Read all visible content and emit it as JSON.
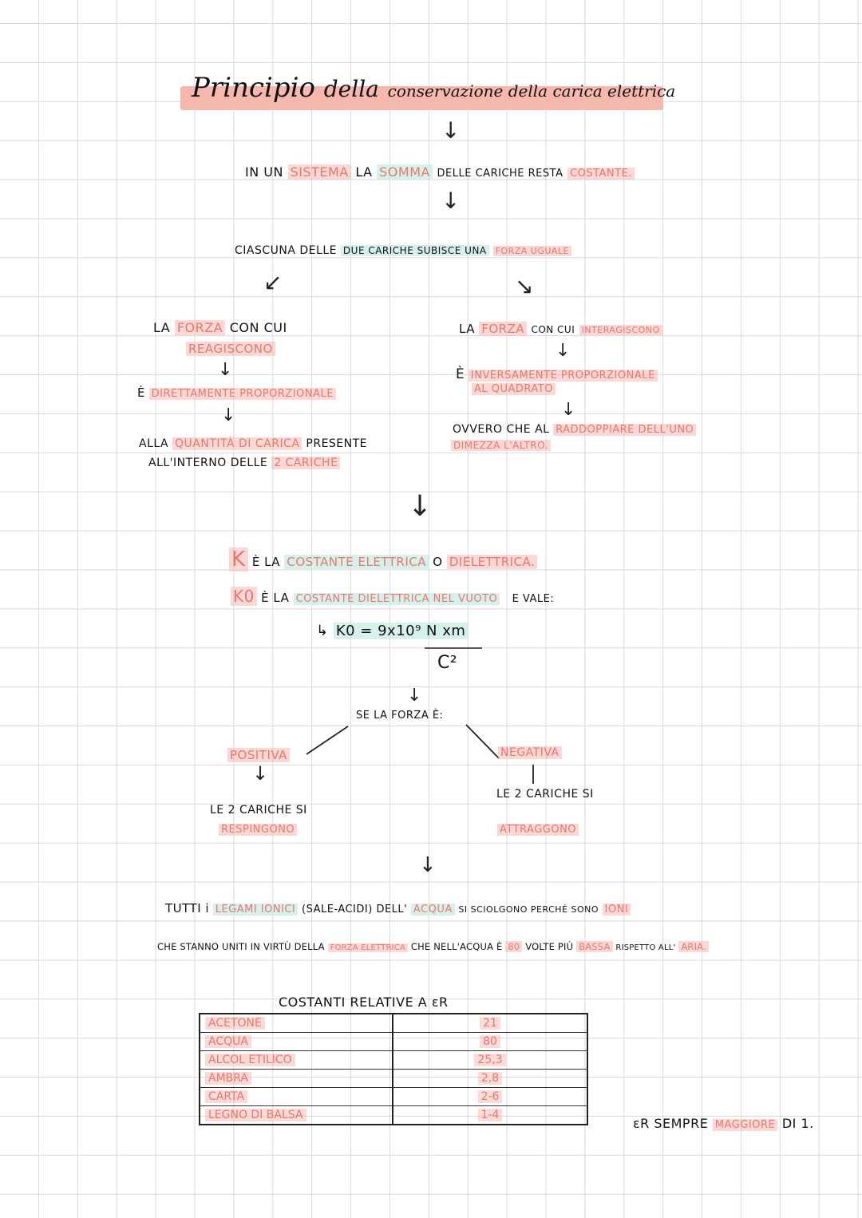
{
  "title": {
    "w1": "Principio",
    "w2": "della",
    "rest": "conservazione della carica elettrica"
  },
  "statement": {
    "p1": "IN UN",
    "p2": "SISTEMA",
    "p3": "LA",
    "p4": "SOMMA",
    "p5": "DELLE CARICHE RESTA",
    "p6": "COSTANTE."
  },
  "ciascuna": {
    "p1": "CIASCUNA DELLE",
    "p2": "DUE CARICHE SUBISCE UNA",
    "p3": "FORZA UGUALE"
  },
  "left": {
    "l1a": "LA",
    "l1b": "FORZA",
    "l1c": "CON CUI",
    "l2": "REAGISCONO",
    "l3a": "È",
    "l3b": "DIRETTAMENTE PROPORZIONALE",
    "l4a": "ALLA",
    "l4b": "QUANTITÀ DI CARICA",
    "l4c": "PRESENTE",
    "l5a": "ALL'INTERNO DELLE",
    "l5b": "2 CARICHE"
  },
  "right": {
    "r1a": "LA",
    "r1b": "FORZA",
    "r1c": "CON CUI",
    "r1d": "INTERAGISCONO",
    "r2a": "È",
    "r2b": "INVERSAMENTE PROPORZIONALE",
    "r3": "AL QUADRATO",
    "r4a": "OVVERO CHE AL",
    "r4b": "RADDOPPIARE DELL'UNO",
    "r5": "DIMEZZA L'ALTRO."
  },
  "k": {
    "k1a": "K",
    "k1b": "È LA",
    "k1c": "COSTANTE ELETTRICA",
    "k1d": "O",
    "k1e": "DIELETTRICA.",
    "k2a": "K0",
    "k2b": "È LA",
    "k2c": "COSTANTE DIELETTRICA NEL VUOTO",
    "k2d": "E VALE:",
    "f1": "↳",
    "f2": "K0 = 9x10⁹ N xm",
    "f3": "C²"
  },
  "se": {
    "text": "SE LA FORZA È:"
  },
  "pos": {
    "label": "POSITIVA",
    "d1": "LE 2 CARICHE SI",
    "d2": "RESPINGONO"
  },
  "neg": {
    "label": "NEGATIVA",
    "d1": "LE 2 CARICHE SI",
    "d2": "ATTRAGGONO"
  },
  "legami": {
    "a1": "TUTTI i",
    "a2": "LEGAMI IONICI",
    "a3": "(SALE-ACIDI) DELL'",
    "a4": "ACQUA",
    "a5": "SI SCIOLGONO PERCHÉ SONO",
    "a6": "IONI",
    "b1": "CHE STANNO UNITI IN VIRTÙ DELLA",
    "b2": "FORZA ELETTRICA",
    "b3": "CHE NELL'ACQUA È",
    "b4": "80",
    "b5": "VOLTE PIÙ",
    "b6": "BASSA",
    "b7": "RISPETTO ALL'",
    "b8": "ARIA."
  },
  "table": {
    "title": "COSTANTI RELATIVE A εR",
    "rows": [
      {
        "name": "ACETONE",
        "value": "21"
      },
      {
        "name": "ACQUA",
        "value": "80"
      },
      {
        "name": "ALCOL ETILICO",
        "value": "25,3"
      },
      {
        "name": "AMBRA",
        "value": "2,8"
      },
      {
        "name": "CARTA",
        "value": "2-6"
      },
      {
        "name": "LEGNO DI BALSA",
        "value": "1-4"
      }
    ]
  },
  "note": {
    "n1": "εR SEMPRE",
    "n2": "MAGGIORE",
    "n3": "DI 1."
  }
}
